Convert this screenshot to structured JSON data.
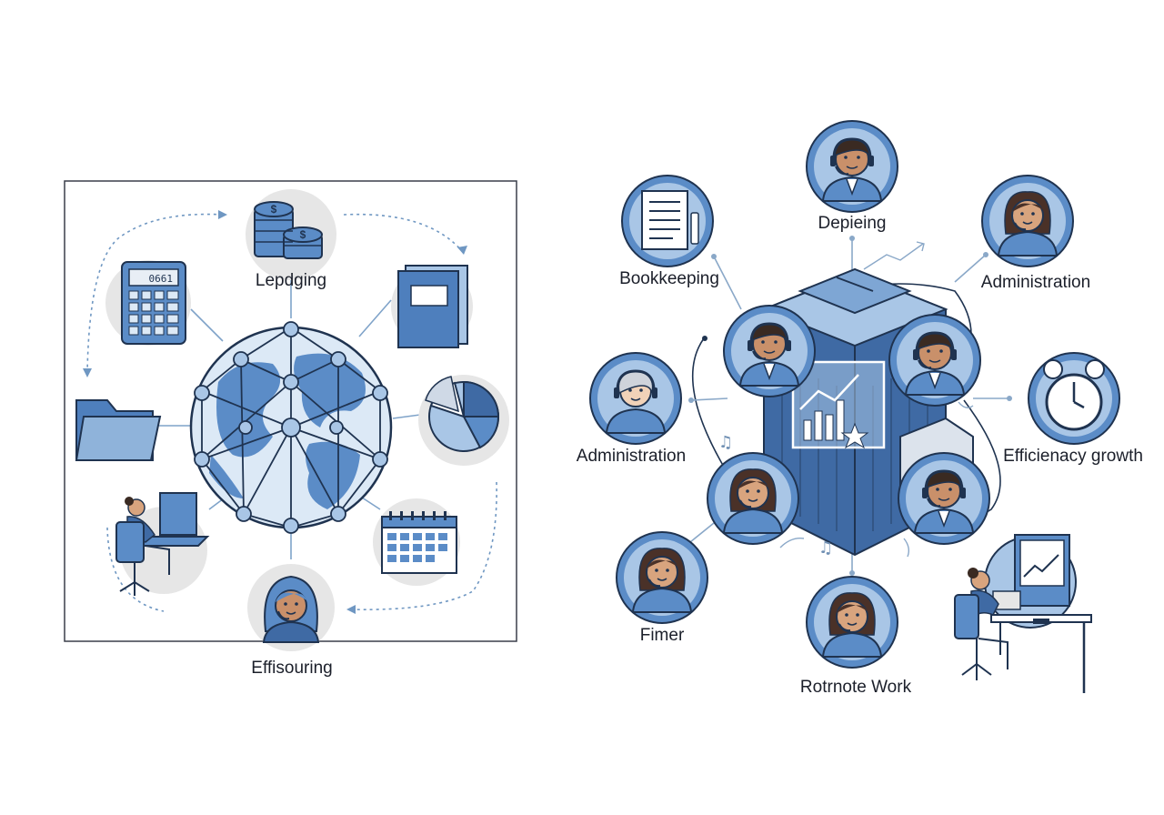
{
  "left_panel": {
    "labels": {
      "top": "Lepdging",
      "bottom": "Effisouring"
    },
    "icons": [
      "coins-icon",
      "calculator-icon",
      "binder-icon",
      "globe-network-icon",
      "folder-icon",
      "pie-chart-icon",
      "desk-worker-icon",
      "calendar-icon",
      "agent-headset-icon"
    ],
    "calculator_display": "0661"
  },
  "right_panel": {
    "labels": {
      "bookkeeping": "Bookkeeping",
      "depieing": "Depieing",
      "administration_top": "Administration",
      "administration_left": "Administration",
      "efficiency": "Efficienacy growth",
      "fimer": "Fimer",
      "remote": "Rotrnote Work"
    },
    "icons": [
      "document-icon",
      "agent-avatar-icon",
      "building-icon",
      "clock-icon",
      "chart-screen-icon",
      "remote-desk-icon"
    ]
  },
  "colors": {
    "primary_blue": "#5b8cc7",
    "light_blue": "#a9c6e6",
    "dark_navy": "#1f3350",
    "line_gray": "#8aa8c8",
    "circle_bg": "#e6e6e6"
  }
}
